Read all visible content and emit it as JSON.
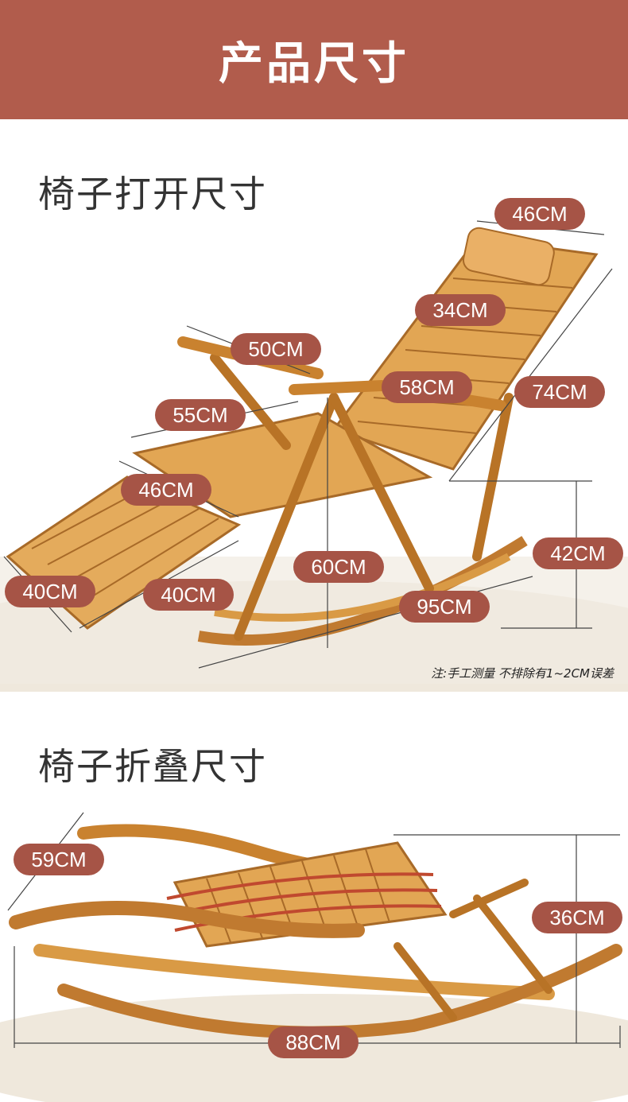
{
  "header": {
    "title": "产品尺寸"
  },
  "open_section": {
    "title": "椅子打开尺寸",
    "dimensions": [
      "46CM",
      "34CM",
      "50CM",
      "58CM",
      "74CM",
      "55CM",
      "46CM",
      "42CM",
      "60CM",
      "40CM",
      "40CM",
      "95CM"
    ],
    "note": "注:手工测量  不排除有1~2CM误差"
  },
  "folded_section": {
    "title": "椅子折叠尺寸",
    "dimensions": [
      "59CM",
      "36CM",
      "88CM"
    ]
  },
  "colors": {
    "brand": "#b15c4c",
    "pill": "#a65446",
    "bamboo": "#d99a45",
    "bamboo_dark": "#a86a28"
  }
}
